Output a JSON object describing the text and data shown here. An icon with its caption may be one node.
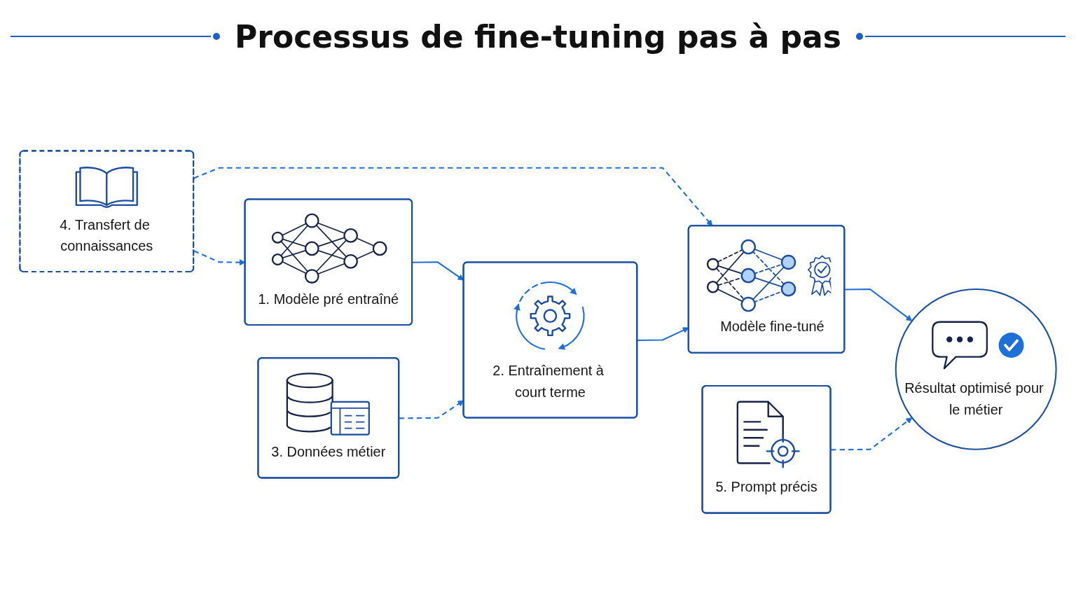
{
  "diagram": {
    "title": "Processus de fine-tuning pas à pas",
    "nodes": [
      {
        "text": [
          "4. Transfert de connaissances"
        ]
      },
      {
        "text": [
          "1. Modèle pré entraîné"
        ]
      },
      {
        "text": [
          "2. Entraînement à court terme"
        ]
      },
      {
        "text": [
          "Modèle fine-tuné"
        ]
      },
      {
        "text": [
          "Résultat optimisé pour le métier"
        ]
      },
      {
        "text": [
          "3. Données métier"
        ]
      },
      {
        "text": [
          "5. Prompt précis"
        ]
      }
    ],
    "edges": [
      {
        "from": 0,
        "to": 1,
        "arrow": "to",
        "style": "dashed"
      },
      {
        "from": 0,
        "to": 3,
        "arrow": "to",
        "style": "dashed"
      },
      {
        "from": 1,
        "to": 2,
        "arrow": "to"
      },
      {
        "from": 2,
        "to": 3,
        "arrow": "to"
      },
      {
        "from": 3,
        "to": 4,
        "arrow": "to"
      },
      {
        "from": 5,
        "to": 2,
        "arrow": "to",
        "style": "dashed"
      },
      {
        "from": 6,
        "to": 4,
        "arrow": "to",
        "style": "dashed"
      }
    ]
  }
}
